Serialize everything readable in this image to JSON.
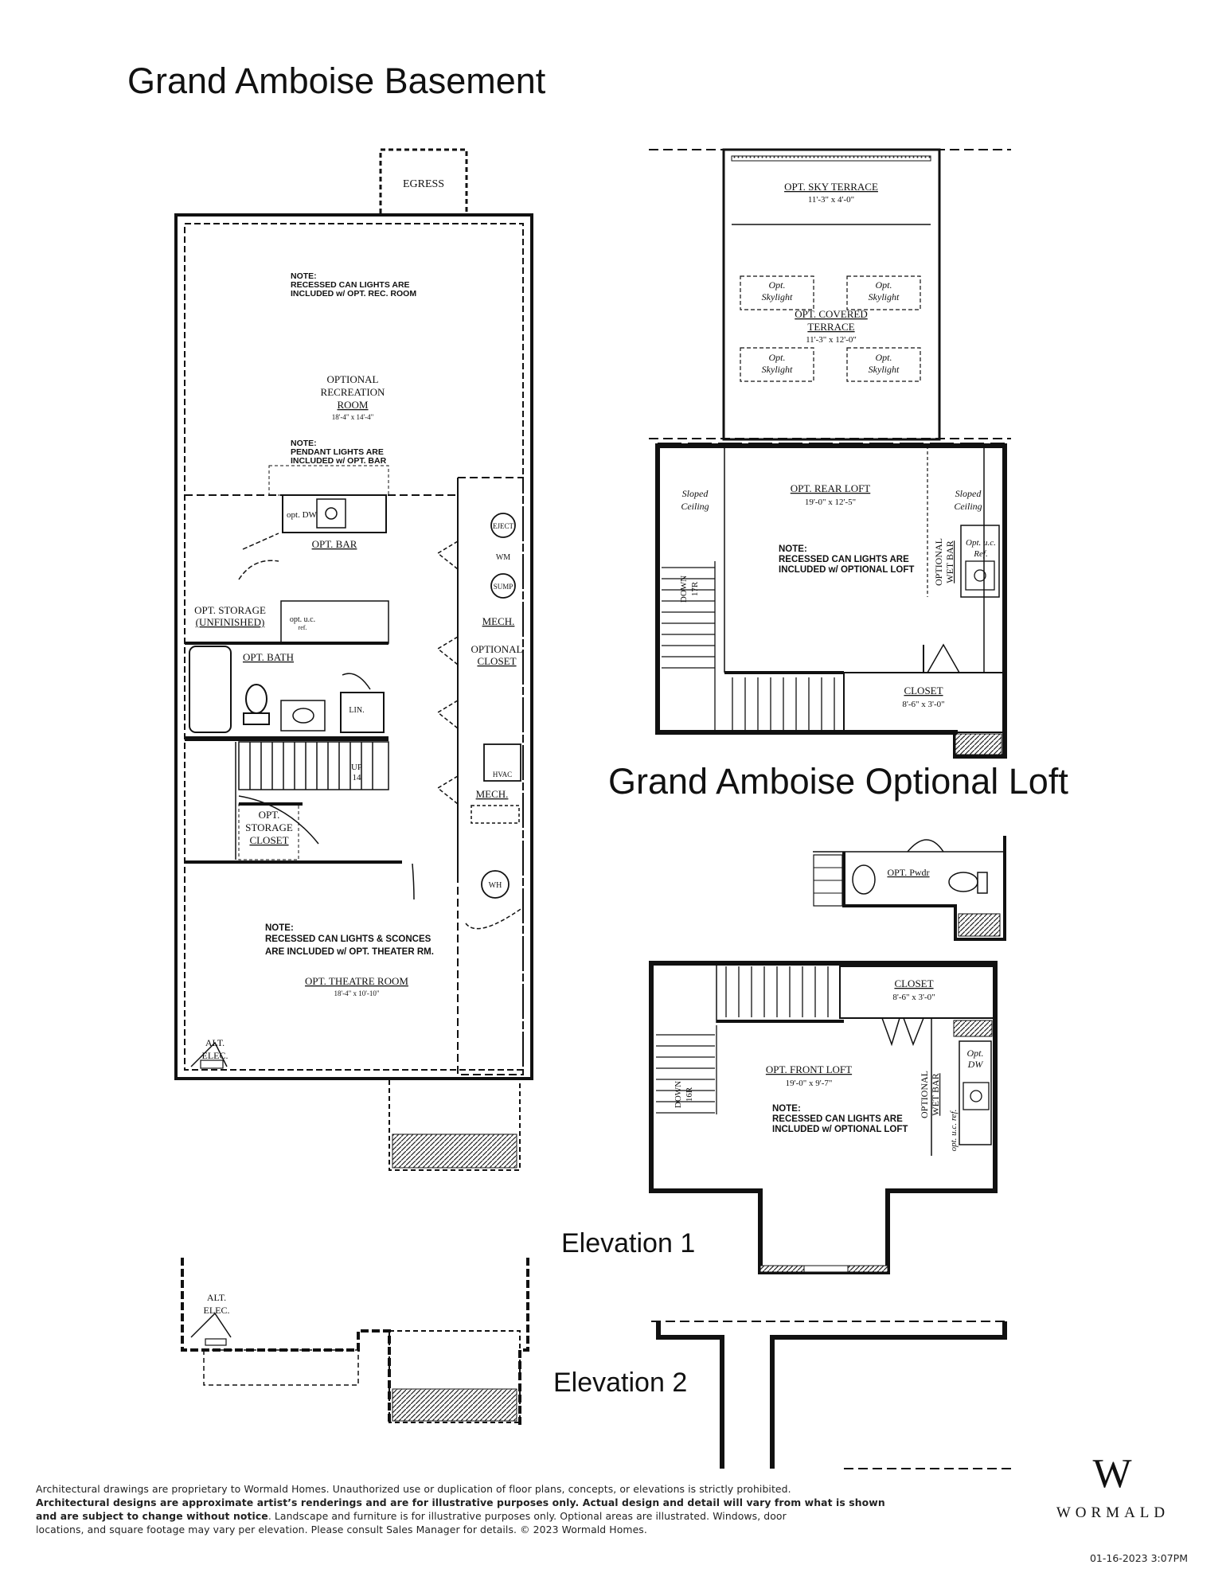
{
  "titles": {
    "basement": "Grand Amboise Basement",
    "loft": "Grand Amboise Optional Loft",
    "elevation1": "Elevation 1",
    "elevation2": "Elevation 2"
  },
  "basement": {
    "egress": "EGRESS",
    "rec_note_title": "NOTE:",
    "rec_note_1": "RECESSED CAN LIGHTS ARE",
    "rec_note_2": "INCLUDED w/ OPT. REC. ROOM",
    "rec_room_1": "OPTIONAL",
    "rec_room_2": "RECREATION",
    "rec_room_3": "ROOM",
    "rec_room_dim": "18'-4\" x 14'-4\"",
    "bar_note_title": "NOTE:",
    "bar_note_1": "PENDANT LIGHTS ARE",
    "bar_note_2": "INCLUDED w/ OPT. BAR",
    "opt_dw": "opt. DW",
    "opt_bar": "OPT. BAR",
    "eject": "EJECT",
    "wm": "WM",
    "sump": "SUMP",
    "mech1": "MECH.",
    "opt_storage_1": "OPT. STORAGE",
    "opt_storage_2": "(UNFINISHED)",
    "opt_uc_1": "opt. u.c.",
    "opt_uc_2": "ref.",
    "optional_closet_1": "OPTIONAL",
    "optional_closet_2": "CLOSET",
    "opt_bath": "OPT. BATH",
    "lin": "LIN.",
    "up": "UP",
    "up_count": "14",
    "hvac": "HVAC",
    "mech2": "MECH.",
    "storage_closet_1": "OPT.",
    "storage_closet_2": "STORAGE",
    "storage_closet_3": "CLOSET",
    "wh": "WH",
    "theatre_note_title": "NOTE:",
    "theatre_note_1": "RECESSED CAN LIGHTS & SCONCES",
    "theatre_note_2": "ARE INCLUDED w/ OPT. THEATER RM.",
    "theatre_room": "OPT. THEATRE ROOM",
    "theatre_dim": "18'-4\" x 10'-10\"",
    "alt_elec_1": "ALT.",
    "alt_elec_2": "ELEC."
  },
  "elevation2_basement": {
    "alt_elec_1": "ALT.",
    "alt_elec_2": "ELEC."
  },
  "rear_loft": {
    "sky_terrace": "OPT. SKY TERRACE",
    "sky_terrace_dim": "11'-3\" x 4'-0\"",
    "skylight_1": "Opt.",
    "skylight_2": "Skylight",
    "covered_terrace_1": "OPT. COVERED",
    "covered_terrace_2": "TERRACE",
    "covered_terrace_dim": "11'-3\" x 12'-0\"",
    "sloped_1": "Sloped",
    "sloped_2": "Ceiling",
    "rear_loft": "OPT. REAR LOFT",
    "rear_loft_dim": "19'-0\" x 12'-5\"",
    "note_title": "NOTE:",
    "note_1": "RECESSED CAN LIGHTS ARE",
    "note_2": "INCLUDED w/ OPTIONAL LOFT",
    "down": "DOWN",
    "down_count": "17R",
    "wet_bar_1": "OPTIONAL",
    "wet_bar_2": "WET BAR",
    "uc_ref_1": "Opt. u.c.",
    "uc_ref_2": "Ref.",
    "closet": "CLOSET",
    "closet_dim": "8'-6\" x 3'-0\""
  },
  "powder": {
    "label": "OPT. Pwdr"
  },
  "front_loft": {
    "closet": "CLOSET",
    "closet_dim": "8'-6\" x 3'-0\"",
    "opt_dw_1": "Opt.",
    "opt_dw_2": "DW",
    "front_loft": "OPT. FRONT LOFT",
    "front_loft_dim": "19'-0\" x 9'-7\"",
    "note_title": "NOTE:",
    "note_1": "RECESSED CAN LIGHTS ARE",
    "note_2": "INCLUDED w/ OPTIONAL LOFT",
    "down": "DOWN",
    "down_count": "16R",
    "wet_bar_1": "OPTIONAL",
    "wet_bar_2": "WET BAR",
    "uc_ref": "opt. u.c. ref."
  },
  "disclaimer": {
    "line1": "Architectural drawings are proprietary to Wormald Homes. Unauthorized use or duplication of floor plans, concepts, or elevations is strictly prohibited.",
    "line2_bold": "Architectural designs are approximate artist’s renderings and are for illustrative purposes only. Actual design and detail will vary from what is shown",
    "line3_bold": "and are subject to change without notice",
    "line3_rest": ". Landscape and furniture is for illustrative purposes only. Optional areas are illustrated. Windows, door",
    "line4": "locations, and square footage may vary per elevation. Please consult Sales Manager for details. © 2023 Wormald Homes."
  },
  "logo": {
    "mark": "W",
    "name": "WORMALD"
  },
  "date": "01-16-2023 3:07PM"
}
